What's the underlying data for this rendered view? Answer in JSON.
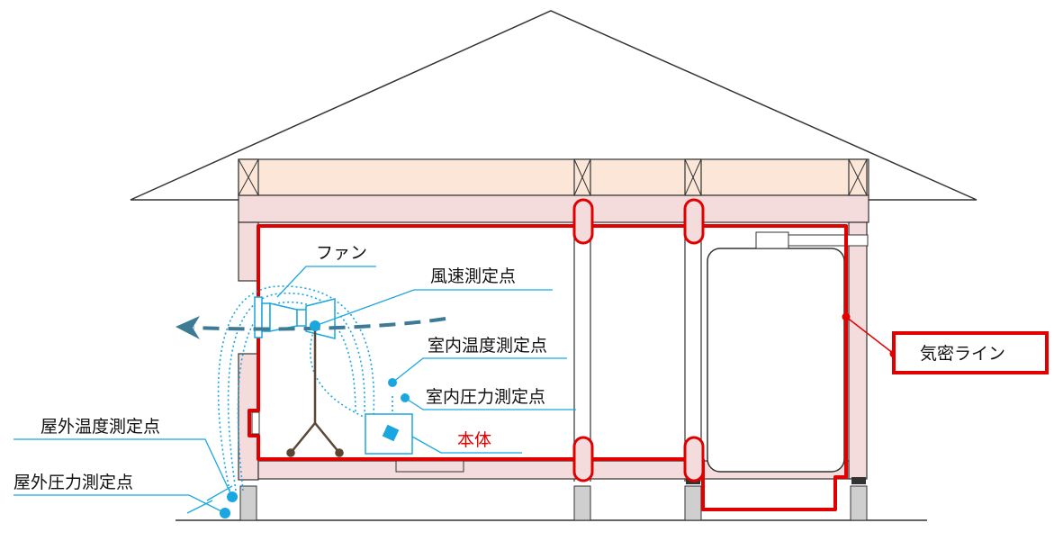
{
  "labels": {
    "fan": "ファン",
    "wind_speed_point": "風速測定点",
    "indoor_temp_point": "室内温度測定点",
    "indoor_pressure_point": "室内圧力測定点",
    "main_unit": "本体",
    "outdoor_temp_point": "屋外温度測定点",
    "outdoor_pressure_point": "屋外圧力測定点",
    "airtight_line": "気密ライン"
  },
  "colors": {
    "airtight_line": "#e00000",
    "measurement": "#1aa7e0",
    "wall_fill": "#f4dcdc",
    "beam_fill": "#fbe6d8",
    "airflow_arrow": "#3c7a95",
    "foundation": "#cfcfcf",
    "outline": "#333333",
    "person": "#5a4632"
  }
}
